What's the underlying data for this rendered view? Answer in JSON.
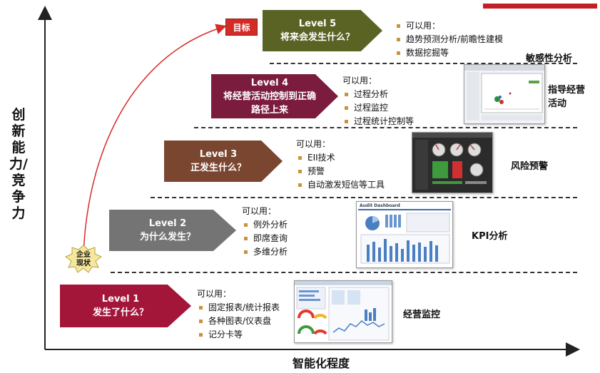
{
  "axes": {
    "y_label": "创新能力/竞争力",
    "x_label": "智能化程度"
  },
  "target_label": "目标",
  "current_label_lines": [
    "企业",
    "现状"
  ],
  "levels": [
    {
      "name": "Level 5",
      "question": "将来会发生什么？",
      "color": "#5b6324",
      "notes_header": "可以用：",
      "items": [
        "趋势预测分析/前瞻性建模",
        "数据挖掘等"
      ],
      "result": "敏感性分析"
    },
    {
      "name": "Level 4",
      "question_lines": [
        "将经营活动控制到正确",
        "路径上来"
      ],
      "color": "#7b1c3e",
      "notes_header": "可以用：",
      "items": [
        "过程分析",
        "过程监控",
        "过程统计控制等"
      ],
      "result_lines": [
        "指导经营",
        "活动"
      ]
    },
    {
      "name": "Level 3",
      "question": "正发生什么？",
      "color": "#7a4630",
      "notes_header": "可以用：",
      "items": [
        "EII技术",
        "预警",
        "自动激发短信等工具"
      ],
      "result": "风险预警"
    },
    {
      "name": "Level 2",
      "question": "为什么发生？",
      "color": "#747474",
      "notes_header": "可以用：",
      "items": [
        "例外分析",
        "即席查询",
        "多维分析"
      ],
      "result": "KPI分析"
    },
    {
      "name": "Level 1",
      "question": "发生了什么？",
      "color": "#a3163a",
      "notes_header": "可以用：",
      "items": [
        "固定报表/统计报表",
        "各种图表/仪表盘",
        "记分卡等"
      ],
      "result": "经营监控"
    }
  ],
  "colors": {
    "accent_red": "#c41f24",
    "arrow_red": "#d52b26",
    "bullet": "#c8933b"
  },
  "thumbnails": {
    "level2_title": "Audit Dashboard"
  }
}
